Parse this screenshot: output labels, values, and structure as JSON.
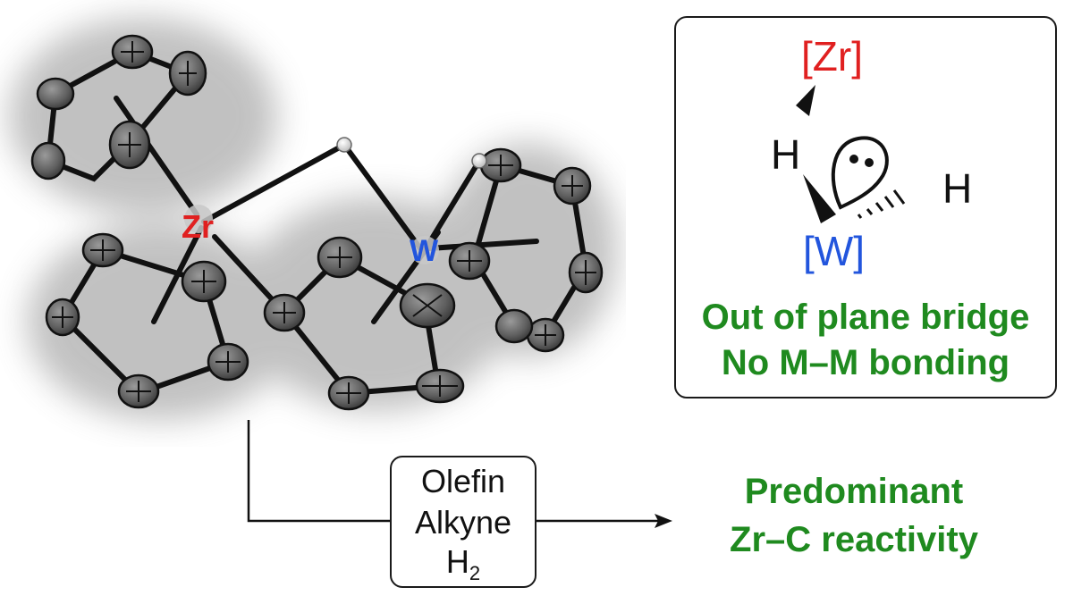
{
  "structure": {
    "zr_label": "Zr",
    "w_label": "W"
  },
  "scheme": {
    "zr_fragment": "[Zr]",
    "w_fragment": "[W]",
    "hydride_bridge": "H",
    "hydride_terminal": "H",
    "note_line1": "Out of plane bridge",
    "note_line2": "No M–M bonding"
  },
  "conditions": {
    "line1": "Olefin",
    "line2": "Alkyne",
    "line3_main": "H",
    "line3_sub": "2"
  },
  "outcome": {
    "line1": "Predominant",
    "line2": "Zr–C reactivity"
  },
  "colors": {
    "zr": "#e02020",
    "w": "#2255dd",
    "note": "#1f8a1f",
    "atom_fill": "#6a6a6a",
    "bond": "#111111"
  }
}
